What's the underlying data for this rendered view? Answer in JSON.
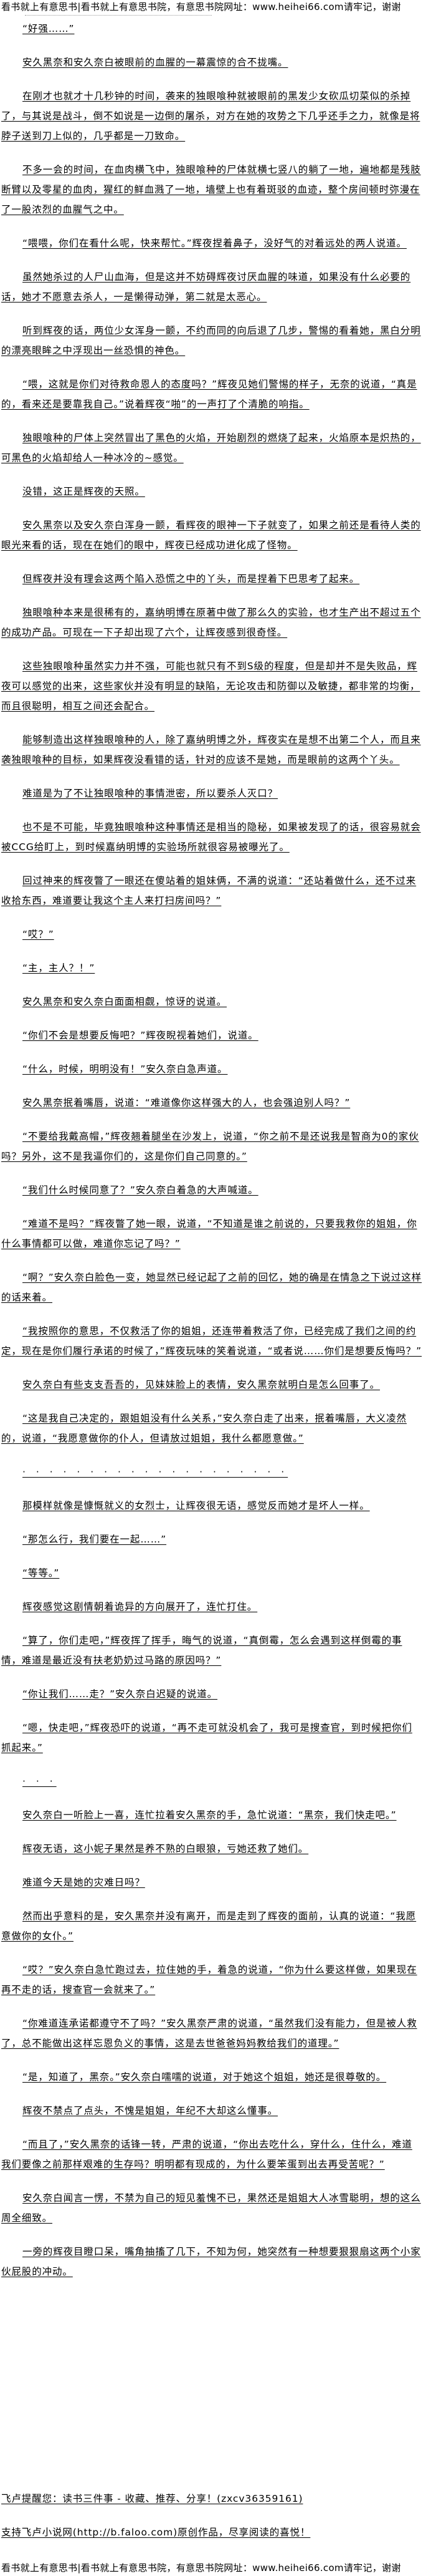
{
  "banner": "看书就上有意思书|看书就上有意思书院，有意思书院网址：www.heihei66.com请牢记，谢谢",
  "paragraphs": [
    "“好强……”",
    "安久黑奈和安久奈白被眼前的血腥的一幕震惊的合不拢嘴。",
    "在刚才也就才十几秒钟的时间，袭来的独眼喰种就被眼前的黑发少女砍瓜切菜似的杀掉了，与其说是战斗，倒不如说是一边倒的屠杀，对方在她的攻势之下几乎还手之力，就像是将脖子送到刀上似的，几乎都是一刀致命。",
    "不多一会的时间，在血肉横飞中，独眼喰种的尸体就横七竖八的躺了一地，遍地都是残肢断臂以及零星的血肉，猩红的鲜血溅了一地，墙壁上也有着斑驳的血迹，整个房间顿时弥漫在了一股浓烈的血腥气之中。",
    "“喂喂，你们在看什么呢，快来帮忙。”辉夜捏着鼻子，没好气的对着远处的两人说道。",
    "虽然她杀过的人尸山血海，但是这并不妨碍辉夜讨厌血腥的味道，如果没有什么必要的话，她才不愿意去杀人，一是懒得动弹，第二就是太恶心。",
    "听到辉夜的话，两位少女浑身一颤，不约而同的向后退了几步，警惕的看着她，黑白分明的漂亮眼眸之中浮现出一丝恐惧的神色。",
    "“喂，这就是你们对待救命恩人的态度吗？”辉夜见她们警惕的样子，无奈的说道，“真是的，看来还是要靠我自己。”说着辉夜“啪”的一声打了个清脆的响指。",
    "独眼喰种的尸体上突然冒出了黑色的火焰，开始剧烈的燃烧了起来，火焰原本是炽热的，可黑色的火焰却给人一种冰冷的~感觉。",
    "没错，这正是辉夜的天照。",
    "安久黑奈以及安久奈白浑身一颤，看辉夜的眼神一下子就变了，如果之前还是看待人类的眼光来看的话，现在在她们的眼中，辉夜已经成功进化成了怪物。",
    "但辉夜并没有理会这两个陷入恐慌之中的丫头，而是捏着下巴思考了起来。",
    "独眼喰种本来是很稀有的，嘉纳明博在原著中做了那么久的实验，也才生产出不超过五个的成功产品。可现在一下子却出现了六个，让辉夜感到很奇怪。",
    "这些独眼喰种虽然实力并不强，可能也就只有不到S级的程度，但是却并不是失败品，辉夜可以感觉的出来，这些家伙并没有明显的缺陷，无论攻击和防御以及敏捷，都非常的均衡，而且很聪明，相互之间还会配合。",
    "能够制造出这样独眼喰种的人，除了嘉纳明博之外，辉夜实在是想不出第二个人，而且来袭独眼喰种的目标，如果辉夜没看错的话，针对的应该不是她，而是眼前的这两个丫头。",
    "难道是为了不让独眼喰种的事情泄密，所以要杀人灭口？",
    "也不是不可能，毕竟独眼喰种这种事情还是相当的隐秘，如果被发现了的话，很容易就会被CCG给盯上，到时候嘉纳明博的实验场所就很容易被曝光了。",
    "回过神来的辉夜瞥了一眼还在傻站着的姐妹俩，不满的说道：“还站着做什么，还不过来收拾东西，难道要让我这个主人来打扫房间吗？”",
    "“哎？”",
    "“主，主人？！”",
    "安久黑奈和安久奈白面面相觑，惊讶的说道。",
    "“你们不会是想要反悔吧？”辉夜睨视着她们，说道。",
    "“什么，时候，明明没有！”安久奈白急声道。",
    "安久黑奈抿着嘴唇，说道：“难道像你这样强大的人，也会强迫别人吗？”",
    "“不要给我戴高帽，”辉夜翘着腿坐在沙发上，说道，“你之前不是还说我是智商为0的家伙吗？另外，这不是我逼你们的，这是你们自己同意的。”",
    "“我们什么时候同意了？”安久奈白着急的大声喊道。",
    "“难道不是吗？”辉夜瞥了她一眼，说道，“不知道是谁之前说的，只要我救你的姐姐，你什么事情都可以做，难道你忘记了吗？”",
    "“啊？”安久奈白脸色一变，她显然已经记起了之前的回忆，她的确是在情急之下说过这样的话来着。",
    "“我按照你的意思，不仅救活了你的姐姐，还连带着救活了你，已经完成了我们之间的约定，现在是你们履行承诺的时候了，”辉夜玩味的笑着说道，“或者说……你们是想要反悔吗？”",
    "安久奈白有些支支吾吾的，见妹妹脸上的表情，安久黑奈就明白是怎么回事了。",
    "“这是我自己决定的，跟姐姐没有什么关系，”安久奈白走了出来，抿着嘴唇，大义凌然的，说道，“我愿意做你的仆人，但请放过姐姐，我什么都愿意做。”",
    "· · · · · · · · · · · · · · · · · · · ·",
    "那模样就像是慷慨就义的女烈士，让辉夜很无语，感觉反而她才是坏人一样。",
    "“那怎么行，我们要在一起……”",
    "“等等。”",
    "辉夜感觉这剧情朝着诡异的方向展开了，连忙打住。",
    "“算了，你们走吧，”辉夜挥了挥手，晦气的说道，“真倒霉，怎么会遇到这样倒霉的事情，难道是最近没有扶老奶奶过马路的原因吗？”",
    "“你让我们……走？”安久奈白迟疑的说道。",
    "“嗯，快走吧，”辉夜恐吓的说道，“再不走可就没机会了，我可是搜查官，到时候把你们抓起来。”",
    "· · ·",
    "安久奈白一听脸上一喜，连忙拉着安久黑奈的手，急忙说道：“黑奈，我们快走吧。”",
    "辉夜无语，这小妮子果然是养不熟的白眼狼，亏她还救了她们。",
    "难道今天是她的灾难日吗？",
    "然而出乎意料的是，安久黑奈并没有离开，而是走到了辉夜的面前，认真的说道：“我愿意做你的女仆。”",
    "“哎？”安久奈白急忙跑过去，拉住她的手，着急的说道，“你为什么要这样做，如果现在再不走的话，搜查官一会就来了。”",
    "“你难道连承诺都遵守不了吗？”安久黑奈严肃的说道，“虽然我们没有能力，但是被人救了，总不能做出这样忘恩负义的事情，这是去世爸爸妈妈教给我们的道理。”",
    "“是，知道了，黑奈。”安久奈白嚅嚅的说道，对于她这个姐姐，她还是很尊敬的。",
    "辉夜不禁点了点头，不愧是姐姐，年纪不大却这么懂事。",
    "“而且了，”安久黑奈的话锋一转，严肃的说道，“你出去吃什么，穿什么，住什么，难道我们要像之前那样艰难的生存吗？明明都有现成的，为什么要笨蛋到出去再受苦呢？”",
    "安久奈白闻言一愣，不禁为自己的短见羞愧不已，果然还是姐姐大人冰雪聪明，想的这么周全细致。",
    "一旁的辉夜目瞪口呆，嘴角抽搐了几下，不知为何，她突然有一种想要狠狠扇这两个小家伙屁股的冲动。"
  ],
  "footer": [
    "飞卢提醒您：读书三件事 - 收藏、推荐、分享！(zxcv36359161)",
    "支持飞卢小说网(http://b.faloo.com)原创作品，尽享阅读的喜悦！"
  ]
}
